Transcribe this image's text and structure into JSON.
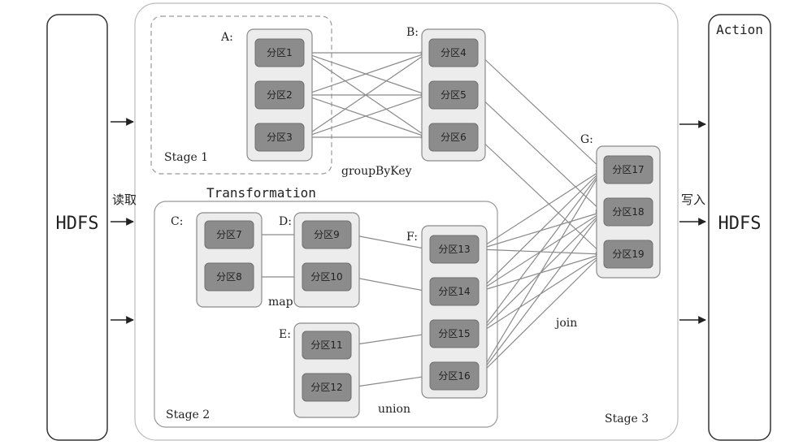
{
  "left_store": {
    "label": "HDFS"
  },
  "right_store": {
    "label": "HDFS",
    "header": "Action"
  },
  "read_label": "读取",
  "write_label": "写入",
  "transformation_label": "Transformation",
  "stages": {
    "stage1": "Stage 1",
    "stage2": "Stage 2",
    "stage3": "Stage 3"
  },
  "ops": {
    "groupByKey": "groupByKey",
    "map": "map",
    "union": "union",
    "join": "join"
  },
  "rdds": [
    {
      "id": "A",
      "label": "A:",
      "partitions": [
        "分区1",
        "分区2",
        "分区3"
      ]
    },
    {
      "id": "B",
      "label": "B:",
      "partitions": [
        "分区4",
        "分区5",
        "分区6"
      ]
    },
    {
      "id": "C",
      "label": "C:",
      "partitions": [
        "分区7",
        "分区8"
      ]
    },
    {
      "id": "D",
      "label": "D:",
      "partitions": [
        "分区9",
        "分区10"
      ]
    },
    {
      "id": "E",
      "label": "E:",
      "partitions": [
        "分区11",
        "分区12"
      ]
    },
    {
      "id": "F",
      "label": "F:",
      "partitions": [
        "分区13",
        "分区14",
        "分区15",
        "分区16"
      ]
    },
    {
      "id": "G",
      "label": "G:",
      "partitions": [
        "分区17",
        "分区18",
        "分区19"
      ]
    }
  ],
  "colors": {
    "partition_fill": "#8c8c8c",
    "container_fill": "#ececec",
    "border": "#8a8a8a",
    "arrow": "#8a8a8a"
  }
}
